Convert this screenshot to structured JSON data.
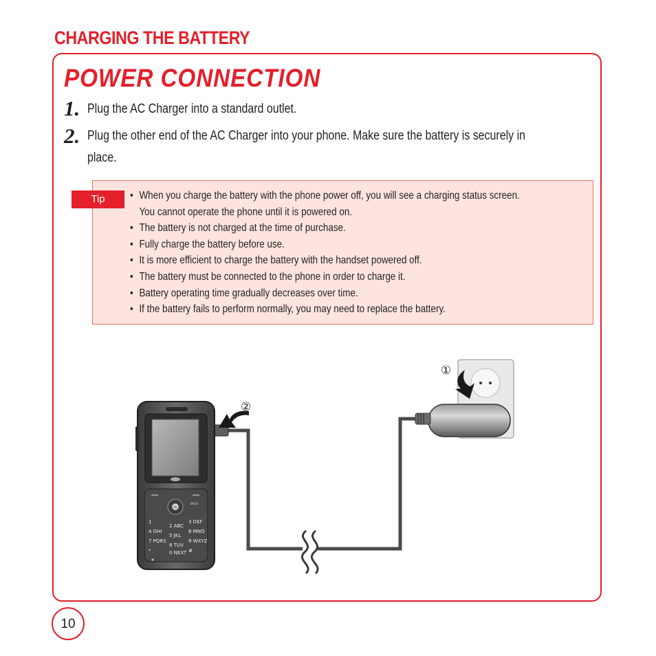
{
  "section_title": "CHARGING THE BATTERY",
  "heading": "POWER CONNECTION",
  "steps": [
    {
      "num": "1.",
      "text": "Plug the AC Charger into a standard outlet."
    },
    {
      "num": "2.",
      "text_line1": "Plug the other end of the AC Charger into your phone.  Make sure the battery is securely in",
      "text_line2": "place."
    }
  ],
  "tip": {
    "label": "Tip",
    "items": [
      "When you charge the battery with the phone power off, you will see a charging status screen.",
      "The battery is not charged at the time of purchase.",
      "Fully charge the battery before use.",
      "It is more efficient to charge the battery with the handset powered off.",
      "The battery must be connected to the phone in order to charge it.",
      "Battery operating time gradually decreases over time.",
      "If the battery fails to perform normally, you may need to replace the battery."
    ],
    "item0_continuation": "You cannot operate the phone until it is powered on."
  },
  "illustration": {
    "marker_outlet": "①",
    "marker_phone": "②",
    "keypad": {
      "back": "BACK",
      "ok": "OK",
      "keys": [
        [
          "1",
          "2 ABC",
          "3 DEF"
        ],
        [
          "4 GHI",
          "5 JKL",
          "6 MNO"
        ],
        [
          "7 PQRS",
          "8 TUV",
          "9 WXYZ"
        ],
        [
          "*",
          "0 NEXT",
          "#"
        ]
      ]
    }
  },
  "page_number": "10",
  "colors": {
    "accent": "#e3202b",
    "tip_bg": "#fde4df",
    "tip_border": "#e6735f"
  }
}
